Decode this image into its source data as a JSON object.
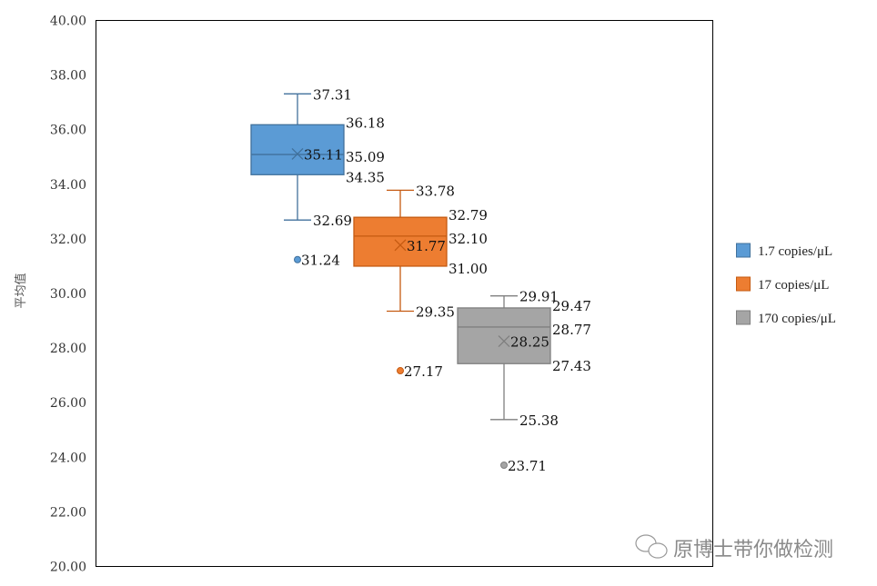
{
  "chart_data": {
    "type": "box",
    "title": "",
    "xlabel": "",
    "ylabel": "平均值",
    "ylim": [
      20,
      40
    ],
    "yticks": [
      "20.00",
      "22.00",
      "24.00",
      "26.00",
      "28.00",
      "30.00",
      "32.00",
      "34.00",
      "36.00",
      "38.00",
      "40.00"
    ],
    "grid": false,
    "legend_position": "right",
    "series": [
      {
        "name": "1.7 copies/μL",
        "color": "#5B9BD5",
        "stroke": "#41719C",
        "whisker_high": 37.31,
        "q3": 36.18,
        "median": 35.09,
        "mean": 35.11,
        "q1": 34.35,
        "whisker_low": 32.69,
        "outliers": [
          31.24
        ],
        "labels": {
          "whisker_high": "37.31",
          "q3": "36.18",
          "median": "35.09",
          "mean": "35.11",
          "q1": "34.35",
          "whisker_low": "32.69",
          "outliers": [
            "31.24"
          ]
        }
      },
      {
        "name": "17 copies/μL",
        "color": "#ED7D31",
        "stroke": "#C55A11",
        "whisker_high": 33.78,
        "q3": 32.79,
        "median": 32.1,
        "mean": 31.77,
        "q1": 31.0,
        "whisker_low": 29.35,
        "outliers": [
          27.17
        ],
        "labels": {
          "whisker_high": "33.78",
          "q3": "32.79",
          "median": "32.10",
          "mean": "31.77",
          "q1": "31.00",
          "whisker_low": "29.35",
          "outliers": [
            "27.17"
          ]
        }
      },
      {
        "name": "170 copies/μL",
        "color": "#A5A5A5",
        "stroke": "#7F7F7F",
        "whisker_high": 29.91,
        "q3": 29.47,
        "median": 28.77,
        "mean": 28.25,
        "q1": 27.43,
        "whisker_low": 25.38,
        "outliers": [
          23.71
        ],
        "labels": {
          "whisker_high": "29.91",
          "q3": "29.47",
          "median": "28.77",
          "mean": "28.25",
          "q1": "27.43",
          "whisker_low": "25.38",
          "outliers": [
            "23.71"
          ]
        }
      }
    ]
  },
  "watermark": "原博士带你做检测"
}
